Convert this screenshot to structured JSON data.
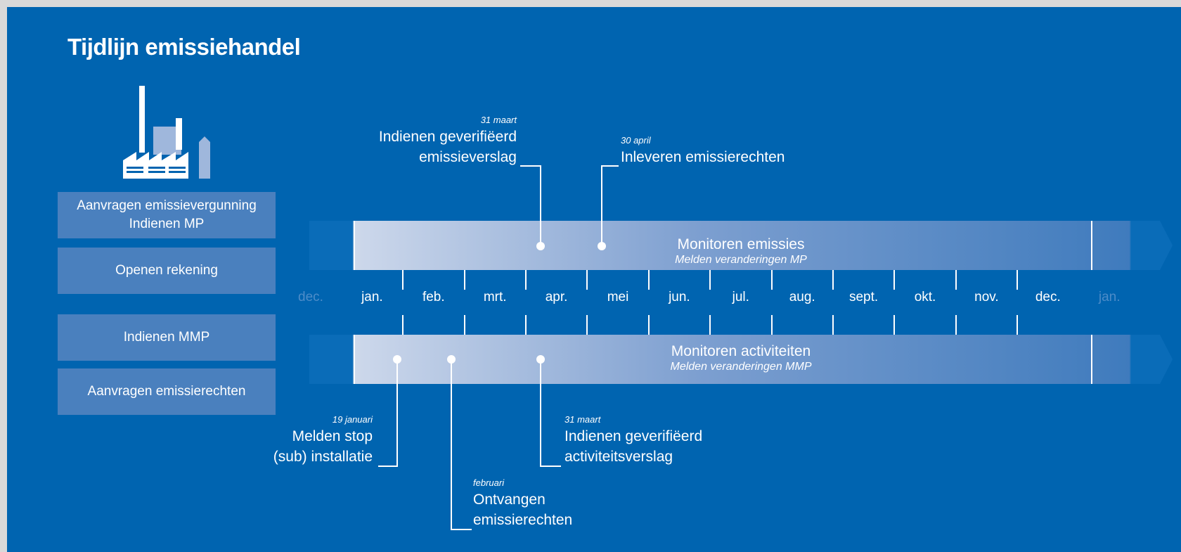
{
  "title": "Tijdlijn emissiehandel",
  "side_items": [
    {
      "line1": "Aanvragen emissievergunning",
      "line2": "Indienen MP"
    },
    {
      "line1": "Openen rekening",
      "line2": ""
    },
    {
      "line1": "Indienen MMP",
      "line2": ""
    },
    {
      "line1": "Aanvragen emissierechten",
      "line2": ""
    }
  ],
  "months": [
    "dec.",
    "jan.",
    "feb.",
    "mrt.",
    "apr.",
    "mei",
    "jun.",
    "jul.",
    "aug.",
    "sept.",
    "okt.",
    "nov.",
    "dec.",
    "jan."
  ],
  "bands": {
    "top": {
      "main": "Monitoren emissies",
      "sub": "Melden veranderingen MP"
    },
    "bottom": {
      "main": "Monitoren activiteiten",
      "sub": "Melden veranderingen MMP"
    }
  },
  "callouts": {
    "verslag_emissie": {
      "date": "31 maart",
      "line1": "Indienen geverifiëerd",
      "line2": "emissieverslag"
    },
    "inleveren": {
      "date": "30 april",
      "line1": "Inleveren emissierechten"
    },
    "stop": {
      "date": "19 januari",
      "line1": "Melden stop",
      "line2": "(sub) installatie"
    },
    "ontvangen": {
      "date": "februari",
      "line1": "Ontvangen",
      "line2": "emissierechten"
    },
    "verslag_activiteit": {
      "date": "31 maart",
      "line1": "Indienen geverifiëerd",
      "line2": "activiteitsverslag"
    }
  },
  "colors": {
    "background": "#0064b0",
    "side_box": "#4a80be",
    "band_light": "#c9d6ea",
    "band_dark": "#3f7bbd",
    "faded_month": "#4d8cc8"
  }
}
